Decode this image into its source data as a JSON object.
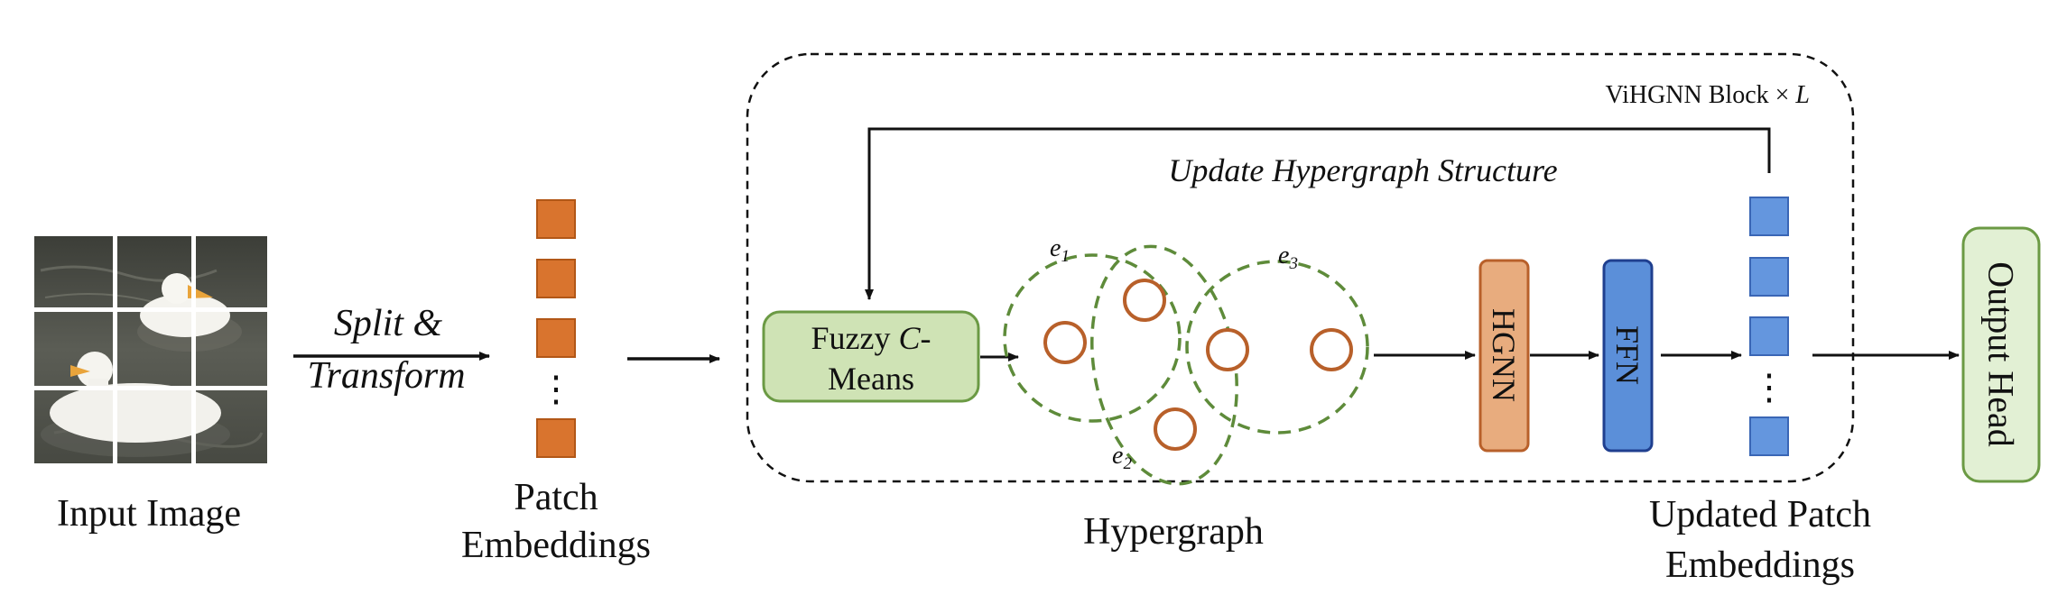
{
  "input": {
    "label": "Input Image"
  },
  "split_arrow": {
    "line1": "Split &",
    "line2": "Transform"
  },
  "patch_embeddings": {
    "line1": "Patch",
    "line2": "Embeddings",
    "dots": "⋮",
    "color": "#D9742E"
  },
  "block": {
    "title_prefix": "ViHGNN Block × ",
    "title_var": "L",
    "feedback_label": "Update Hypergraph Structure"
  },
  "fcm": {
    "line1_prefix": "Fuzzy ",
    "line1_var": "C",
    "line1_suffix": "-",
    "line2": "Means",
    "fill": "#CFE3B5",
    "stroke": "#6B9A44"
  },
  "hypergraph": {
    "label": "Hypergraph",
    "edges": [
      {
        "name": "e",
        "sub": "1"
      },
      {
        "name": "e",
        "sub": "2"
      },
      {
        "name": "e",
        "sub": "3"
      }
    ],
    "edge_color": "#5E8B3A",
    "node_color": "#B8602A"
  },
  "hgnn": {
    "label": "HGNN",
    "fill": "#E8AC7E",
    "stroke": "#B8602A"
  },
  "ffn": {
    "label": "FFN",
    "fill": "#5B8FD9",
    "stroke": "#1F3F8F"
  },
  "updated_embeddings": {
    "line1": "Updated Patch",
    "line2": "Embeddings",
    "dots": "⋮",
    "color": "#6496DE"
  },
  "output_head": {
    "label": "Output Head",
    "fill": "#E2F0D4",
    "stroke": "#6B9A44"
  }
}
